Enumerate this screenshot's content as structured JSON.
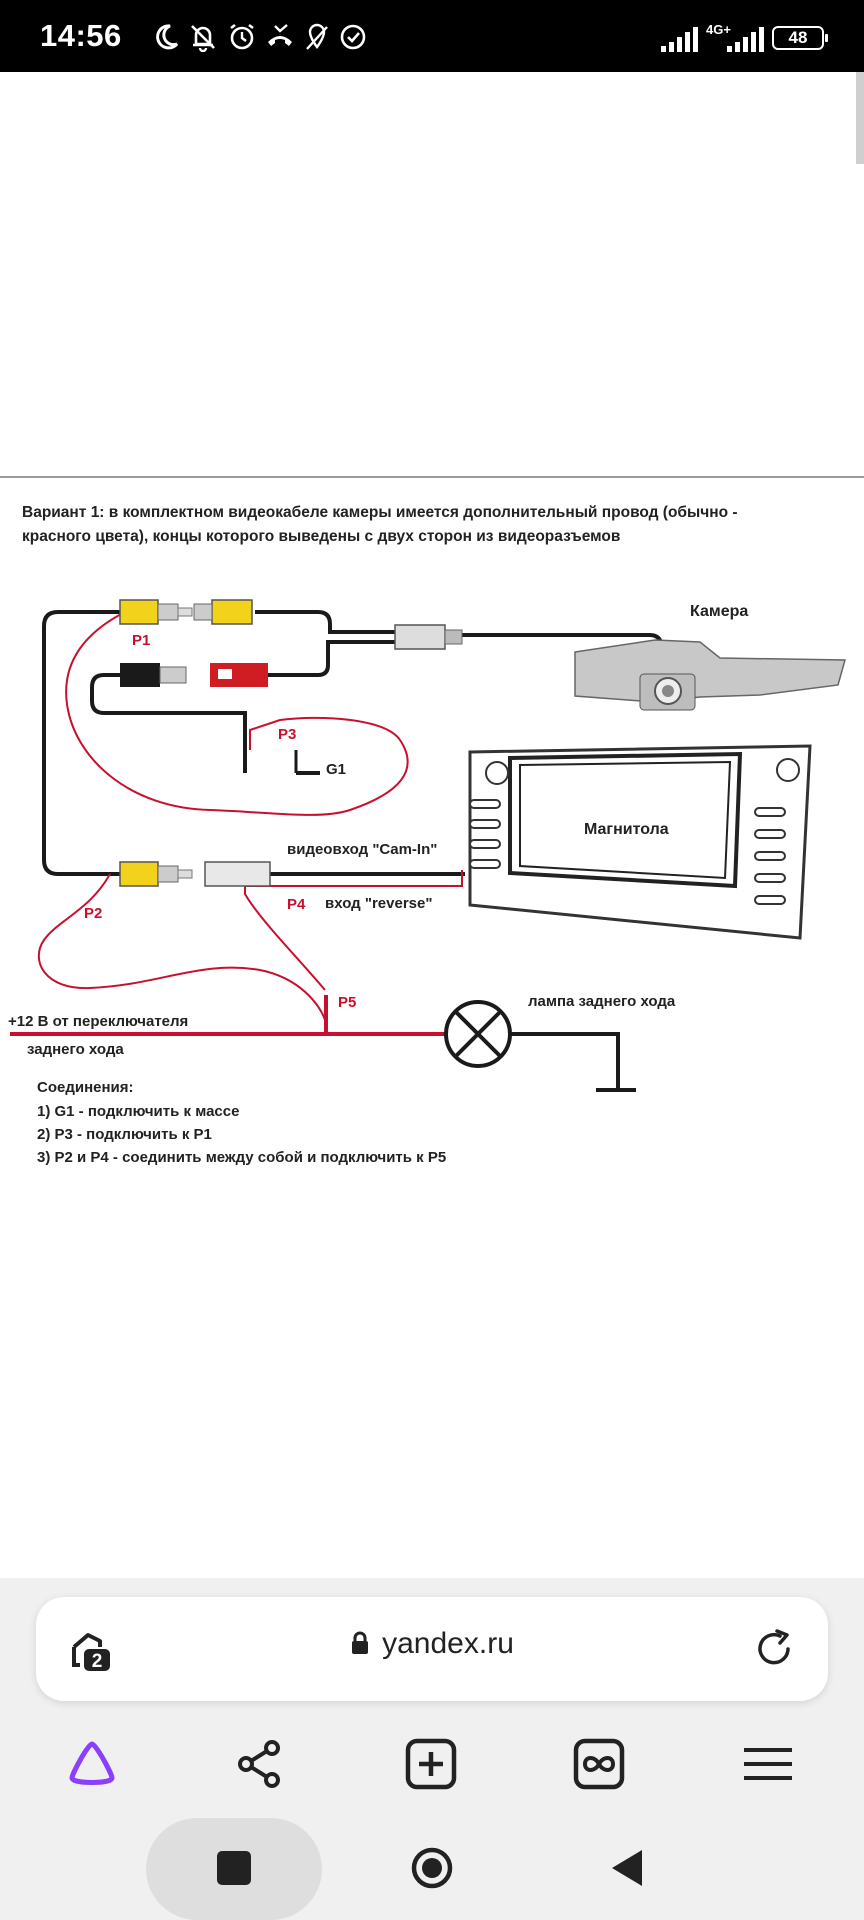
{
  "status_bar": {
    "time": "14:56",
    "network_label": "4G+",
    "battery": "48",
    "icons": [
      "moon-icon",
      "mute-bell-icon",
      "alarm-icon",
      "missed-call-icon",
      "location-off-icon",
      "check-circle-icon",
      "signal-icon",
      "signal-icon"
    ]
  },
  "diagram": {
    "heading_line1": "Вариант 1: в комплектном видеокабеле камеры имеется дополнительный провод (обычно -",
    "heading_line2": "красного цвета), концы которого выведены с двух сторон из видеоразъемов",
    "label_camera": "Камера",
    "label_p1": "P1",
    "label_p2": "P2",
    "label_p3": "P3",
    "label_p4": "P4",
    "label_p5": "P5",
    "label_g1": "G1",
    "label_head_unit": "Магнитола",
    "label_video_in": "видеовход \"Cam-In\"",
    "label_reverse_in": "вход \"reverse\"",
    "label_lamp": "лампа заднего хода",
    "label_power_line1": "+12 В от переключателя",
    "label_power_line2": "заднего хода",
    "connections_title": "Соединения:",
    "connection_1": "1) G1 - подключить к массе",
    "connection_2": "2) P3 - подключить к P1",
    "connection_3": "3) P2 и P4 - соединить между собой и подключить к P5",
    "colors": {
      "wire_black": "#1a1a1a",
      "wire_red": "#c8102e",
      "rca_yellow": "#f2d21b",
      "rca_red": "#d01d24"
    }
  },
  "browser": {
    "tabs_count": "2",
    "url": "yandex.ru",
    "accent_color": "#8a3ffc"
  },
  "nav": {
    "items": [
      "alice-icon",
      "share-icon",
      "new-tab-icon",
      "incognito-icon",
      "menu-icon"
    ]
  },
  "system_nav": {
    "items": [
      "recents-icon",
      "home-icon",
      "back-icon"
    ]
  }
}
